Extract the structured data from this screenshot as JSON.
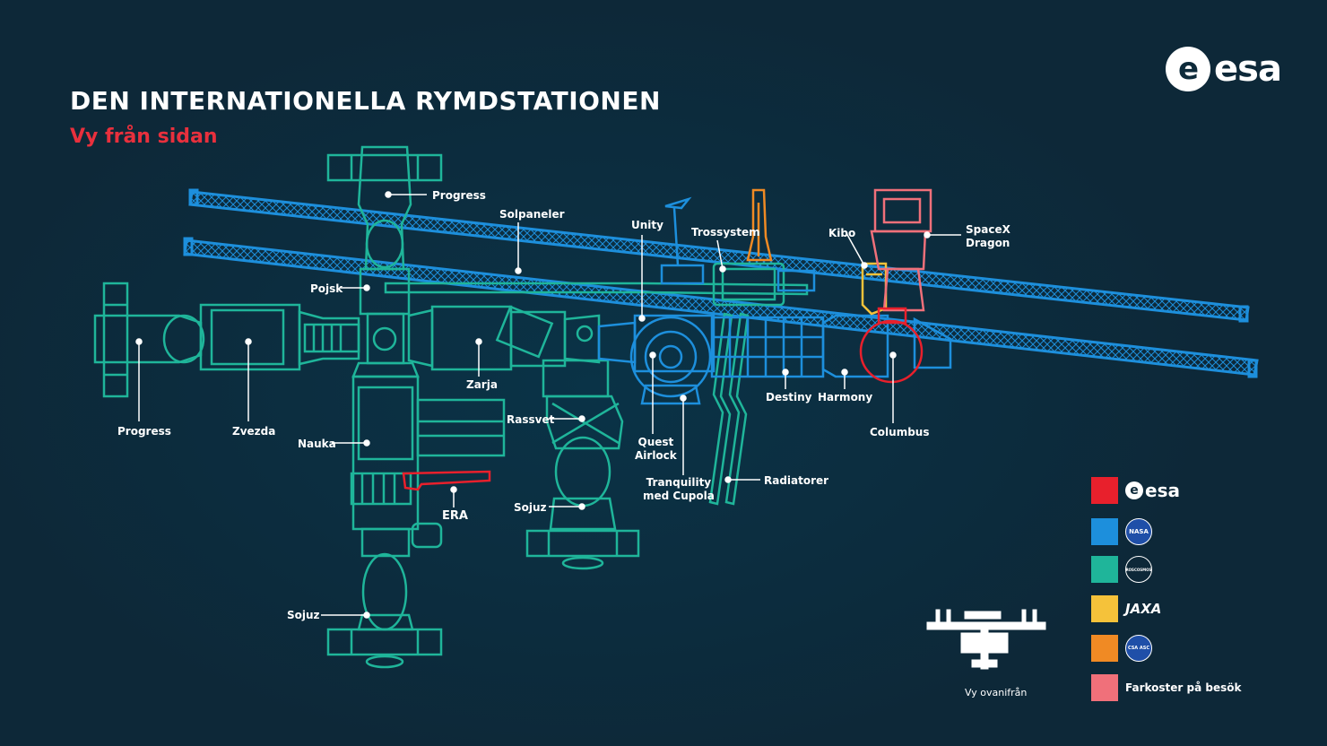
{
  "header": {
    "title": "DEN INTERNATIONELLA RYMDSTATIONEN",
    "subtitle": "Vy från sidan",
    "logo_word": "esa",
    "logo_letter": "e"
  },
  "colors": {
    "esa": "#e8202c",
    "nasa": "#1d8fdc",
    "roscosmos": "#1fb59a",
    "jaxa": "#f5c23a",
    "csa": "#f08a24",
    "visiting": "#f0707a",
    "background": "#0c2d3f"
  },
  "labels": {
    "progress_top": "Progress",
    "solpaneler": "Solpaneler",
    "unity": "Unity",
    "trossystem": "Trossystem",
    "kibo": "Kibo",
    "spacex_dragon": "SpaceX\nDragon",
    "pojsk": "Pojsk",
    "zarja": "Zarja",
    "progress_left": "Progress",
    "zvezda": "Zvezda",
    "nauka": "Nauka",
    "rassvet": "Rassvet",
    "quest_airlock": "Quest\nAirlock",
    "destiny": "Destiny",
    "harmony": "Harmony",
    "columbus": "Columbus",
    "tranquility": "Tranquility\nmed Cupola",
    "radiatorer": "Radiatorer",
    "era": "ERA",
    "sojuz_mid": "Sojuz",
    "sojuz_bottom": "Sojuz"
  },
  "legend": [
    {
      "agency": "esa",
      "icon": "esa-logo-icon"
    },
    {
      "agency": "NASA",
      "icon": "nasa-logo-icon"
    },
    {
      "agency": "ROSCOSMOS",
      "icon": "roscosmos-logo-icon"
    },
    {
      "agency": "JAXA",
      "icon": "jaxa-logo-icon"
    },
    {
      "agency": "CSA ASC",
      "icon": "csa-logo-icon"
    },
    {
      "agency": "Farkoster på besök",
      "icon": "none"
    }
  ],
  "topview": {
    "caption": "Vy ovanifrån",
    "icon": "iss-top-view-icon"
  }
}
